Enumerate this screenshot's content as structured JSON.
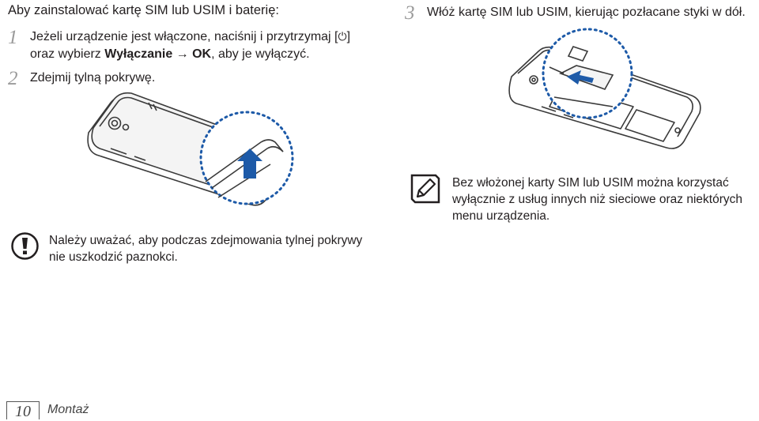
{
  "intro": "Aby zainstalować kartę SIM lub USIM i baterię:",
  "steps": [
    {
      "num": "1",
      "line1": "Jeżeli urządzenie jest włączone, naciśnij i przytrzymaj [",
      "power_symbol": "⏻",
      "line1_end": "]",
      "line2_pre": "oraz wybierz ",
      "bold1": "Wyłączanie",
      "arrow": " → ",
      "bold2": "OK",
      "line2_post": ", aby je wyłączyć."
    },
    {
      "num": "2",
      "text": "Zdejmij tylną pokrywę."
    },
    {
      "num": "3",
      "text": "Włóż kartę SIM lub USIM, kierując pozłacane styki w dół."
    }
  ],
  "caution": {
    "line1": "Należy uważać, aby podczas zdejmowania tylnej pokrywy",
    "line2": "nie uszkodzić paznokci."
  },
  "note": {
    "line1": "Bez włożonej karty SIM lub USIM można korzystać",
    "line2": "wyłącznie z usług innych niż sieciowe oraz niektórych",
    "line3": "menu urządzenia."
  },
  "footer": {
    "page_number": "10",
    "section": "Montaż"
  },
  "colors": {
    "accent_blue": "#1d5aa8",
    "line_gray": "#3a3a3a",
    "muted_gray": "#9a9a9a"
  },
  "icons": {
    "caution": "caution-icon",
    "note": "note-pencil-icon",
    "power": "power-icon"
  }
}
